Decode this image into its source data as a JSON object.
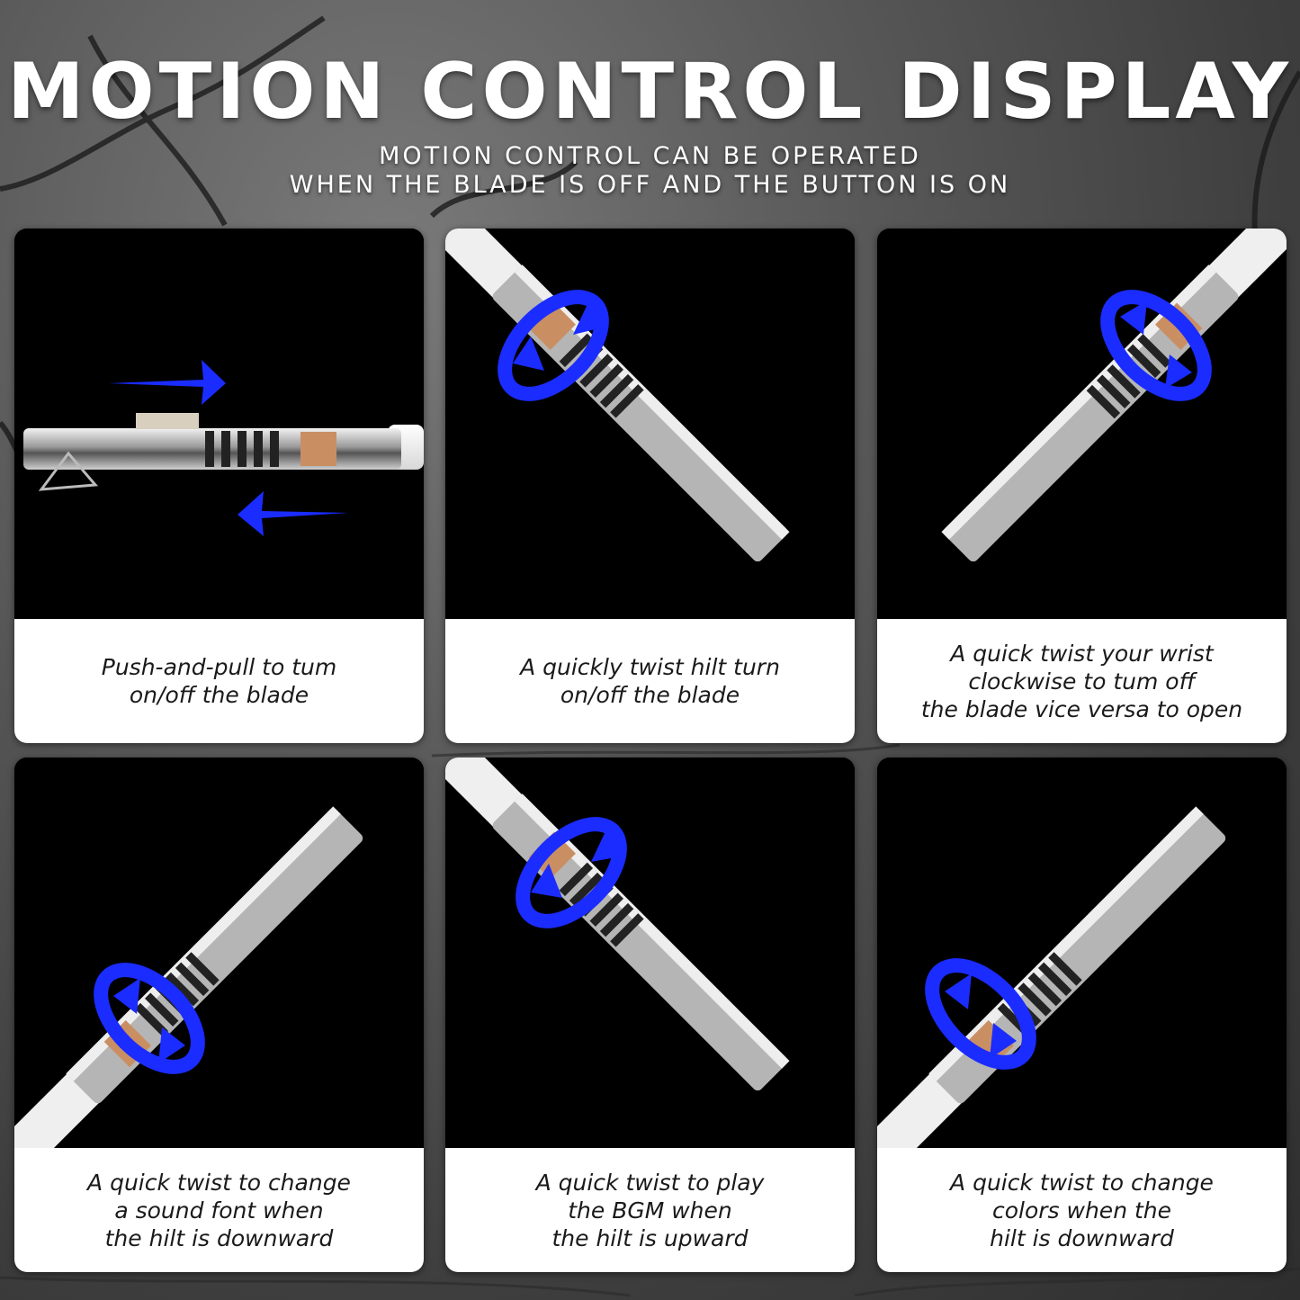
{
  "header": {
    "title": "MOTION CONTROL DISPLAY",
    "subtitle_line1": "MOTION CONTROL CAN BE OPERATED",
    "subtitle_line2": "WHEN THE BLADE IS OFF AND THE BUTTON IS ON"
  },
  "colors": {
    "arrow": "#1a2cff",
    "caption_bg": "#ffffff",
    "card_bg": "#000000",
    "title_text": "#ffffff"
  },
  "cards": [
    {
      "caption": "Push-and-pull to tum\non/off the blade",
      "icon": "push-pull-arrows-icon"
    },
    {
      "caption": "A quickly twist hilt turn\non/off the blade",
      "icon": "twist-arrows-icon"
    },
    {
      "caption": "A quick twist your wrist\nclockwise to tum off\nthe blade vice versa to open",
      "icon": "twist-arrows-icon"
    },
    {
      "caption": "A quick twist to change\na sound font when\nthe hilt is downward",
      "icon": "twist-arrows-icon"
    },
    {
      "caption": "A quick twist to play\nthe BGM when\nthe hilt is upward",
      "icon": "twist-arrows-icon"
    },
    {
      "caption": "A quick twist to change\ncolors when the\nhilt is downward",
      "icon": "twist-arrows-icon"
    }
  ]
}
